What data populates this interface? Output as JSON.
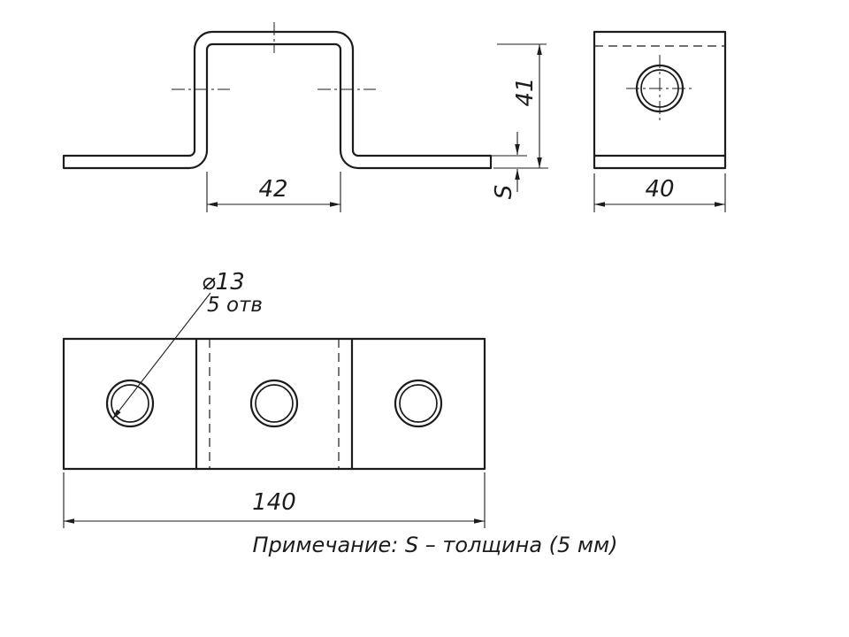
{
  "colors": {
    "line": "#1c1c1c",
    "background": "#ffffff"
  },
  "front_view": {
    "dim_inner_width": "42",
    "dim_height": "41",
    "dim_thickness_label": "S"
  },
  "side_view": {
    "dim_width": "40"
  },
  "plan_view": {
    "dim_length": "140",
    "hole_callout": {
      "diameter": "⌀13",
      "count": "5 отв"
    }
  },
  "note": {
    "text": "Примечание: S – толщина (5 мм)"
  }
}
